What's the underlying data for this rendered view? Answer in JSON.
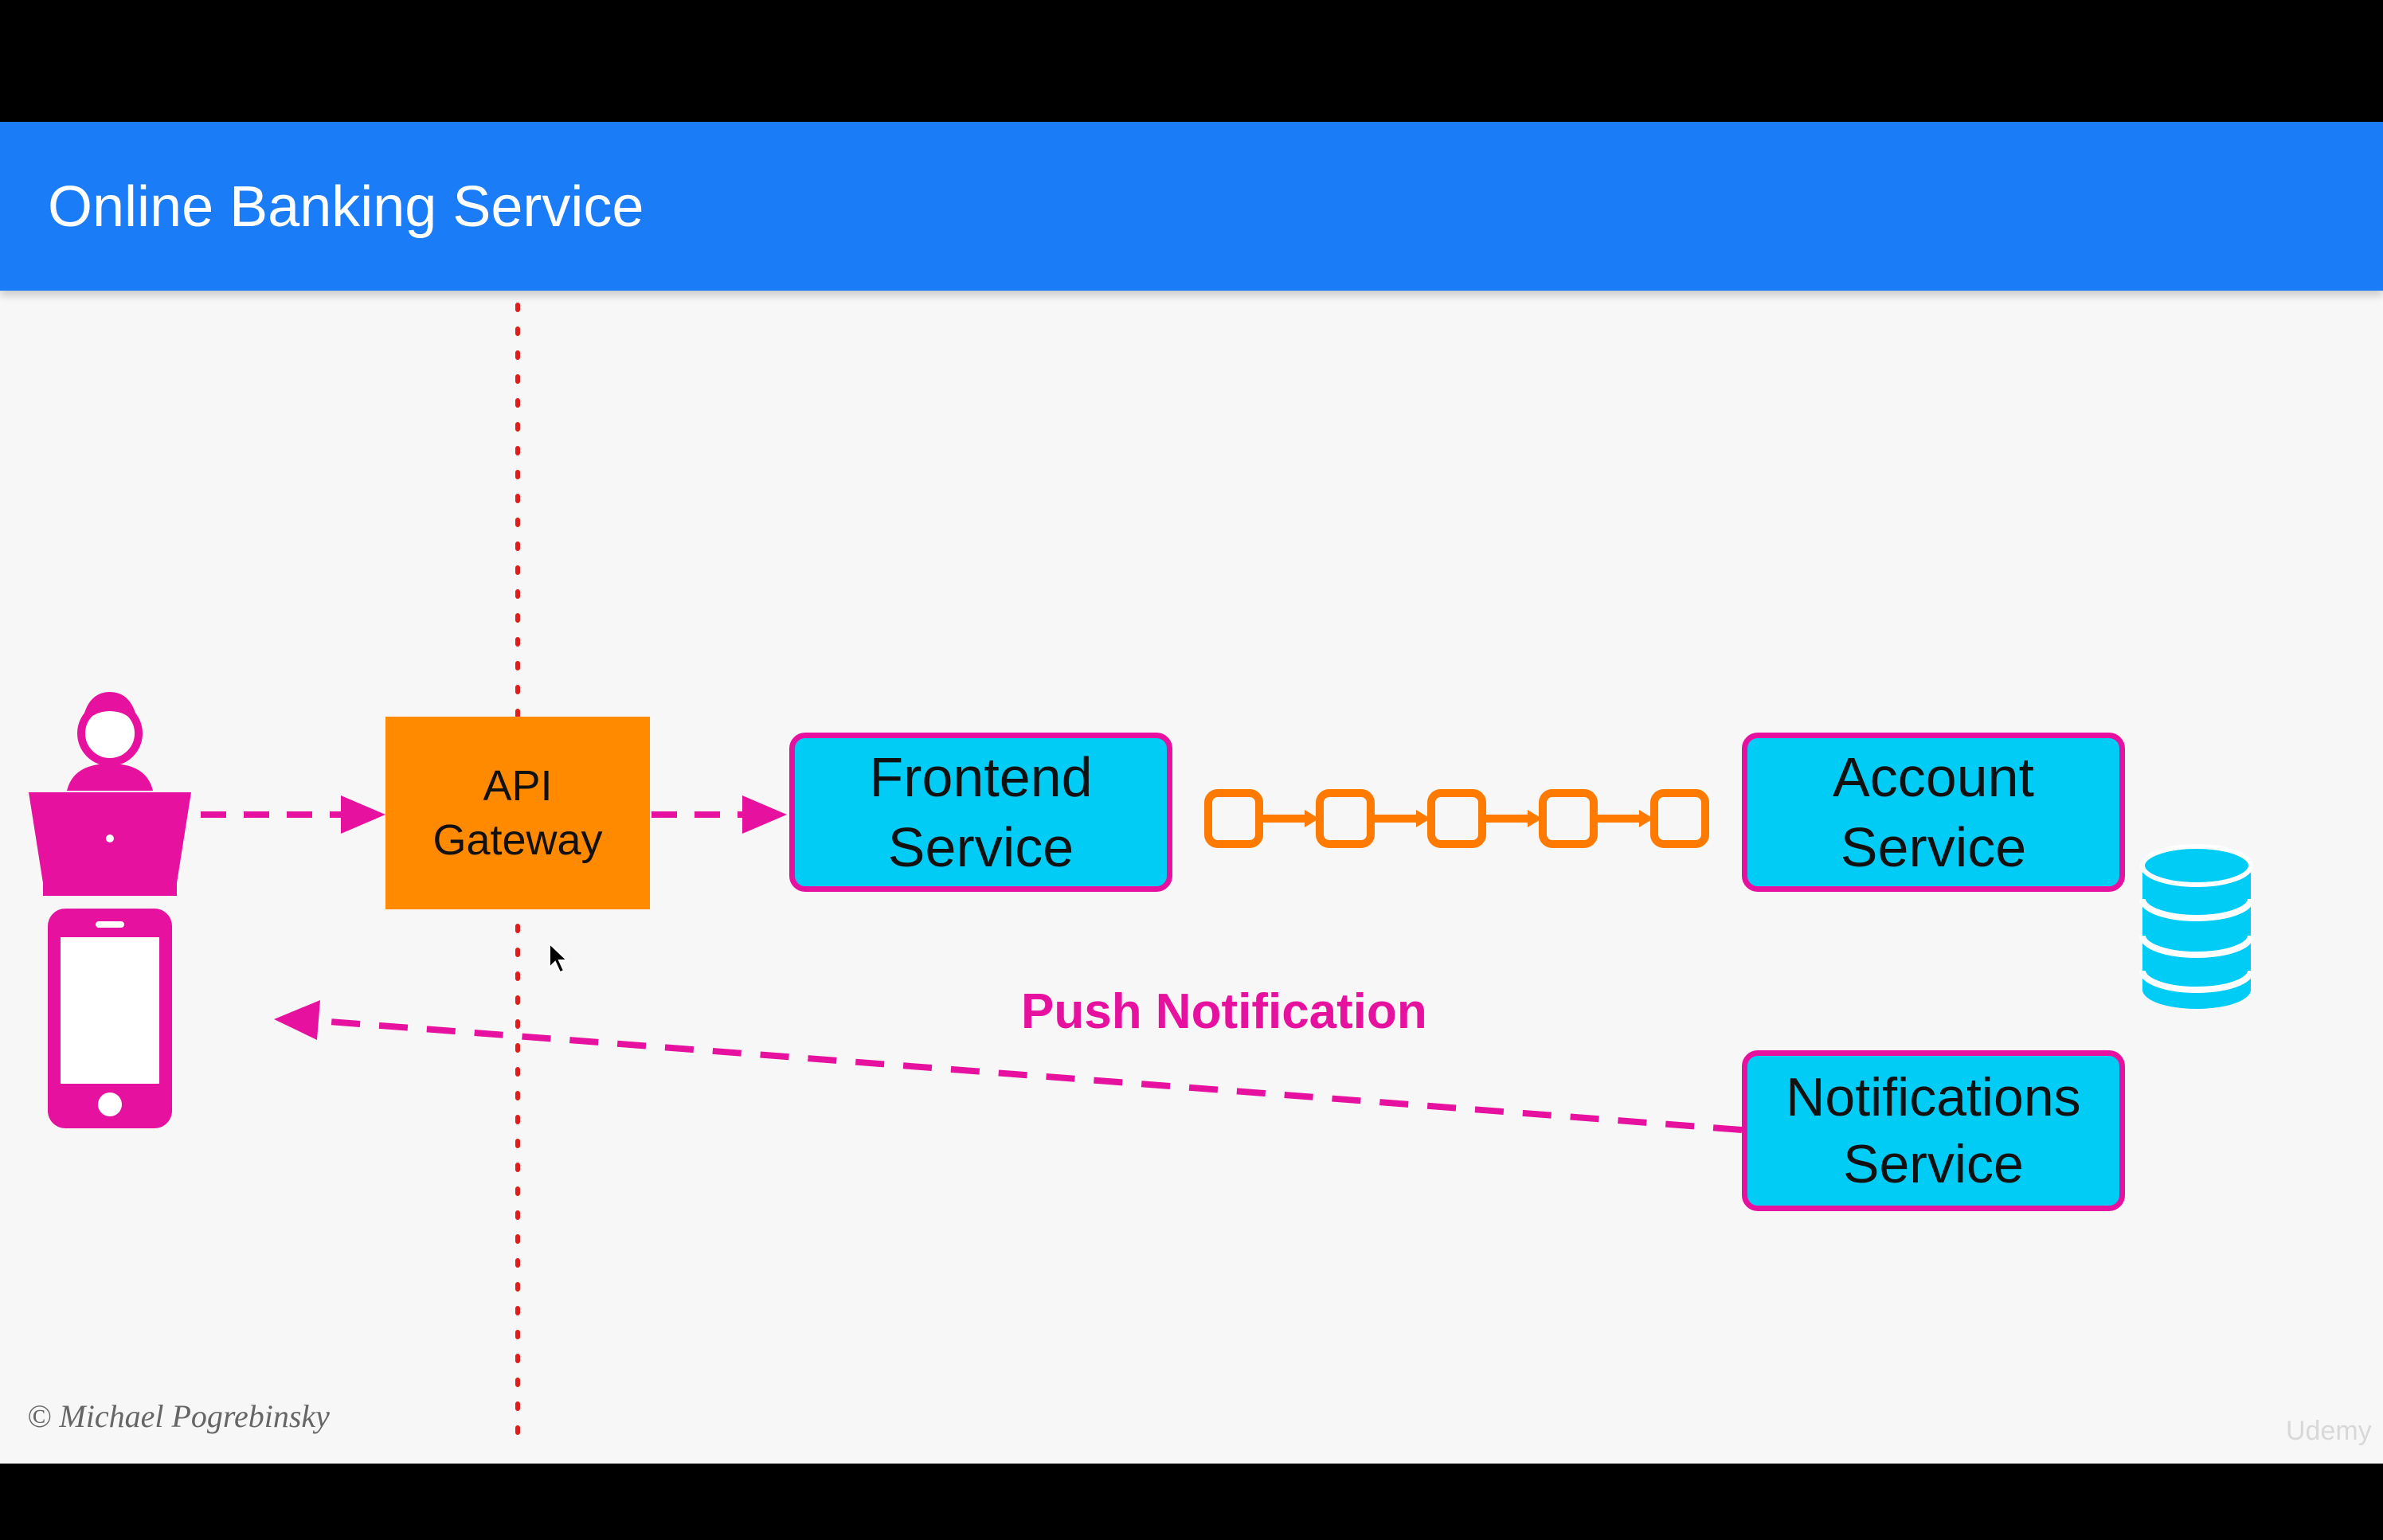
{
  "header": {
    "title": "Online Banking Service"
  },
  "nodes": {
    "api_gateway": {
      "line1": "API",
      "line2": "Gateway"
    },
    "frontend_service": {
      "line1": "Frontend",
      "line2": "Service"
    },
    "account_service": {
      "line1": "Account",
      "line2": "Service"
    },
    "notifications_service": {
      "line1": "Notifications",
      "line2": "Service"
    }
  },
  "edges": {
    "push_notification_label": "Push Notification"
  },
  "footer": {
    "copyright": "© Michael Pogrebinsky",
    "watermark": "Udemy"
  },
  "icons": [
    "user-icon",
    "laptop-icon",
    "smartphone-icon",
    "database-icon",
    "message-queue-icon",
    "mouse-cursor-icon"
  ],
  "colors": {
    "header": "#1a7cf7",
    "background": "#f7f7f7",
    "accent": "#e6129f",
    "gateway": "#ff8a00",
    "service": "#00ccf5",
    "queue": "#ff7a00"
  }
}
